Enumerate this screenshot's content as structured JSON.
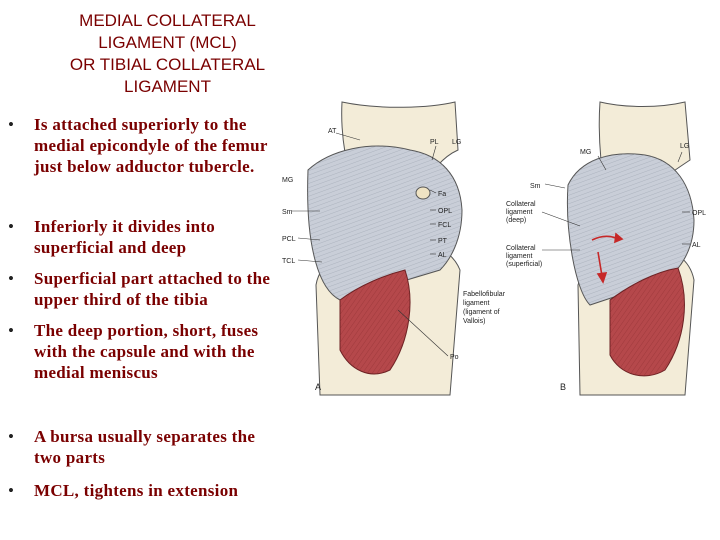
{
  "title": {
    "lines": [
      "MEDIAL COLLATERAL",
      "LIGAMENT (MCL)",
      "OR TIBIAL COLLATERAL",
      "LIGAMENT"
    ]
  },
  "bullets": [
    {
      "text": "Is attached superiorly to the medial epicondyle of the femur just below adductor tubercle."
    },
    {
      "text": "Inferiorly it divides into superficial and deep"
    },
    {
      "text": "Superficial part attached to the upper third of the tibia"
    },
    {
      "text": "The deep portion, short, fuses with the capsule and with the medial meniscus"
    },
    {
      "text": "A bursa usually separates the two parts"
    },
    {
      "text": "MCL, tightens in extension"
    }
  ],
  "figure": {
    "panel_a": {
      "letter": "A",
      "labels": {
        "AT": "AT",
        "PL": "PL",
        "LG": "LG",
        "MG": "MG",
        "Fa": "Fa",
        "Sm": "Sm",
        "OPL": "OPL",
        "PCL": "PCL",
        "TCL": "TCL",
        "PT": "PT",
        "AL": "AL",
        "Po": "Po",
        "fabellofibular": [
          "Fabellofibular",
          "ligament",
          "(ligament of",
          "Vallois)"
        ]
      }
    },
    "panel_b": {
      "letter": "B",
      "labels": {
        "MG": "MG",
        "LG": "LG",
        "Sm": "Sm",
        "OPL": "OPL",
        "AL": "AL",
        "coll_deep": [
          "Collateral",
          "ligament",
          "(deep)"
        ],
        "coll_superficial": [
          "Collateral",
          "ligament",
          "(superficial)"
        ]
      }
    },
    "colors": {
      "bone": "#f3ecd8",
      "ligament": "#c9ced8",
      "muscle": "#b5484b",
      "outline": "#555555"
    }
  }
}
